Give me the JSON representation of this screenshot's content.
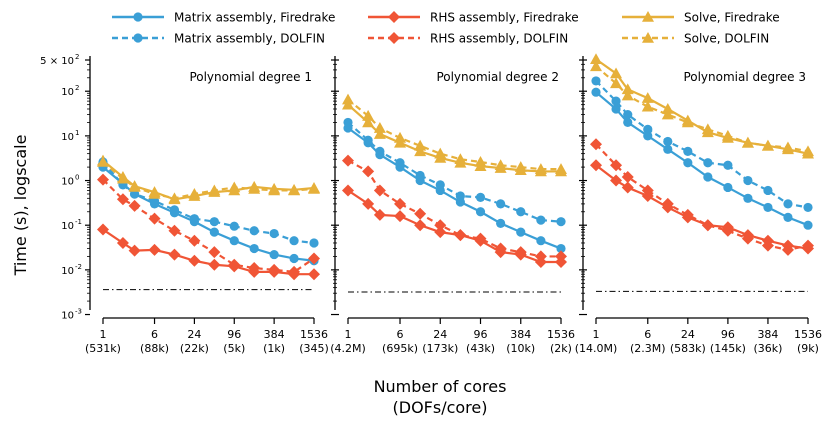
{
  "chart_data": {
    "type": "line",
    "ylabel": "Time (s), logscale",
    "xlabel_line1": "Number of cores",
    "xlabel_line2": "(DOFs/core)",
    "y_scale": "log",
    "ylim": [
      0.0014,
      500
    ],
    "y_ticks": [
      {
        "value": 500,
        "label": "5 × 10",
        "exp": "2",
        "minor": false
      },
      {
        "value": 100,
        "label": "10",
        "exp": "2",
        "minor": false
      },
      {
        "value": 10,
        "label": "10",
        "exp": "1",
        "minor": false
      },
      {
        "value": 1,
        "label": "10",
        "exp": "0",
        "minor": false
      },
      {
        "value": 0.1,
        "label": "10",
        "exp": "-1",
        "minor": false
      },
      {
        "value": 0.01,
        "label": "10",
        "exp": "-2",
        "minor": false
      },
      {
        "value": 0.001,
        "label": "10",
        "exp": "-3",
        "minor": false
      }
    ],
    "x_scale": "log2",
    "x_values": [
      1,
      2,
      3,
      6,
      12,
      24,
      48,
      96,
      192,
      384,
      768,
      1536
    ],
    "x_tick_values": [
      1,
      6,
      24,
      96,
      384,
      1536
    ],
    "legend": {
      "placement": "top",
      "entries": [
        {
          "label": "Matrix assembly, Firedrake",
          "color": "#3A9FD6",
          "marker": "circle",
          "dash": false
        },
        {
          "label": "RHS assembly, Firedrake",
          "color": "#F05536",
          "marker": "diamond",
          "dash": false
        },
        {
          "label": "Solve, Firedrake",
          "color": "#E6B03A",
          "marker": "triangle",
          "dash": false
        },
        {
          "label": "Matrix assembly, DOLFIN",
          "color": "#3A9FD6",
          "marker": "circle",
          "dash": true
        },
        {
          "label": "RHS assembly, DOLFIN",
          "color": "#F05536",
          "marker": "diamond",
          "dash": true
        },
        {
          "label": "Solve, DOLFIN",
          "color": "#E6B03A",
          "marker": "triangle",
          "dash": true
        }
      ]
    },
    "panels": [
      {
        "title": "Polynomial degree 1",
        "tick_labels": [
          "1",
          "6",
          "24",
          "96",
          "384",
          "1536"
        ],
        "tick_sublabels": [
          "(531k)",
          "(88k)",
          "(22k)",
          "(5k)",
          "(1k)",
          "(345)"
        ],
        "reference_line": 0.0036,
        "series": [
          {
            "name": "Matrix assembly, Firedrake",
            "values": [
              2.0,
              0.85,
              0.5,
              0.3,
              0.19,
              0.12,
              0.07,
              0.045,
              0.03,
              0.022,
              0.018,
              0.016
            ]
          },
          {
            "name": "RHS assembly, Firedrake",
            "values": [
              0.08,
              0.04,
              0.027,
              0.028,
              0.022,
              0.016,
              0.013,
              0.012,
              0.009,
              0.009,
              0.008,
              0.008
            ]
          },
          {
            "name": "Solve, Firedrake",
            "values": [
              2.8,
              1.2,
              0.75,
              0.55,
              0.38,
              0.45,
              0.55,
              0.6,
              0.72,
              0.65,
              0.62,
              0.68
            ]
          },
          {
            "name": "Matrix assembly, DOLFIN",
            "values": [
              2.6,
              0.8,
              0.5,
              0.35,
              0.22,
              0.14,
              0.12,
              0.095,
              0.075,
              0.065,
              0.045,
              0.04
            ]
          },
          {
            "name": "RHS assembly, DOLFIN",
            "values": [
              1.05,
              0.38,
              0.27,
              0.14,
              0.075,
              0.045,
              0.025,
              0.013,
              0.011,
              0.01,
              0.009,
              0.018
            ]
          },
          {
            "name": "Solve, DOLFIN",
            "values": [
              2.6,
              1.1,
              0.72,
              0.5,
              0.4,
              0.5,
              0.6,
              0.7,
              0.65,
              0.6,
              0.6,
              0.65
            ]
          }
        ]
      },
      {
        "title": "Polynomial degree 2",
        "tick_labels": [
          "1",
          "6",
          "24",
          "96",
          "384",
          "1536"
        ],
        "tick_sublabels": [
          "(4.2M)",
          "(695k)",
          "(173k)",
          "(43k)",
          "(10k)",
          "(2k)"
        ],
        "reference_line": 0.0032,
        "series": [
          {
            "name": "Matrix assembly, Firedrake",
            "values": [
              15,
              7.0,
              3.8,
              2.0,
              1.0,
              0.6,
              0.33,
              0.2,
              0.11,
              0.07,
              0.045,
              0.03
            ]
          },
          {
            "name": "RHS assembly, Firedrake",
            "values": [
              0.6,
              0.3,
              0.17,
              0.16,
              0.1,
              0.07,
              0.06,
              0.045,
              0.025,
              0.022,
              0.015,
              0.015
            ]
          },
          {
            "name": "Solve, Firedrake",
            "values": [
              50,
              20,
              11,
              7.0,
              4.5,
              3.2,
              2.5,
              2.1,
              1.9,
              1.7,
              1.6,
              1.6
            ]
          },
          {
            "name": "Matrix assembly, DOLFIN",
            "values": [
              20,
              8.0,
              4.5,
              2.5,
              1.3,
              0.8,
              0.45,
              0.42,
              0.3,
              0.2,
              0.13,
              0.12
            ]
          },
          {
            "name": "RHS assembly, DOLFIN",
            "values": [
              2.8,
              1.6,
              0.6,
              0.3,
              0.18,
              0.1,
              0.06,
              0.05,
              0.03,
              0.025,
              0.02,
              0.02
            ]
          },
          {
            "name": "Solve, DOLFIN",
            "values": [
              65,
              28,
              15,
              9.0,
              6.0,
              4.0,
              3.0,
              2.6,
              2.2,
              2.0,
              1.8,
              1.8
            ]
          }
        ]
      },
      {
        "title": "Polynomial degree 3",
        "tick_labels": [
          "1",
          "6",
          "24",
          "96",
          "384",
          "1536"
        ],
        "tick_sublabels": [
          "(14.0M)",
          "(2.3M)",
          "(583k)",
          "(145k)",
          "(36k)",
          "(9k)"
        ],
        "reference_line": 0.0033,
        "series": [
          {
            "name": "Matrix assembly, Firedrake",
            "values": [
              95,
              40,
              20,
              10,
              5.0,
              2.5,
              1.2,
              0.7,
              0.4,
              0.25,
              0.15,
              0.1
            ]
          },
          {
            "name": "RHS assembly, Firedrake",
            "values": [
              2.2,
              1.0,
              0.7,
              0.45,
              0.25,
              0.15,
              0.1,
              0.09,
              0.06,
              0.045,
              0.035,
              0.03
            ]
          },
          {
            "name": "Solve, Firedrake",
            "values": [
              520,
              250,
              110,
              70,
              40,
              22,
              12,
              9.0,
              7.0,
              6.0,
              5.0,
              4.0
            ]
          },
          {
            "name": "Matrix assembly, DOLFIN",
            "values": [
              170,
              60,
              30,
              14,
              7.5,
              4.5,
              2.5,
              2.2,
              1.0,
              0.6,
              0.3,
              0.25
            ]
          },
          {
            "name": "RHS assembly, DOLFIN",
            "values": [
              6.5,
              2.2,
              1.2,
              0.6,
              0.3,
              0.17,
              0.1,
              0.075,
              0.05,
              0.035,
              0.028,
              0.035
            ]
          },
          {
            "name": "Solve, DOLFIN",
            "values": [
              360,
              150,
              80,
              45,
              30,
              20,
              14,
              10,
              7.0,
              6.0,
              5.5,
              4.5
            ]
          }
        ]
      }
    ]
  }
}
